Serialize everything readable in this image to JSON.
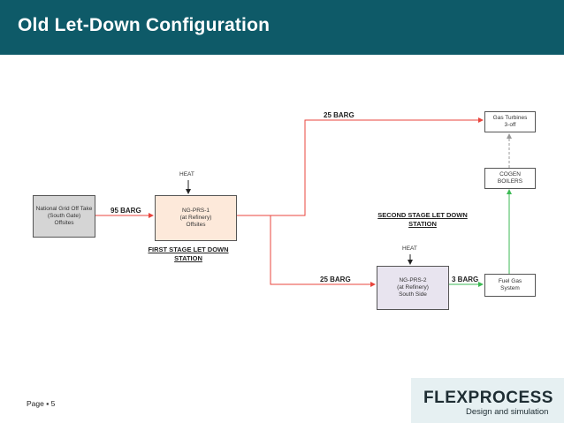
{
  "header": {
    "title": "Old Let-Down Configuration"
  },
  "footer": {
    "page_label": "Page ▪ 5"
  },
  "logo": {
    "name": "FLEXPROCESS",
    "tagline": "Design and simulation"
  },
  "colors": {
    "header_bg": "#0e5a68",
    "red_line": "#e8443c",
    "green_line": "#3cba54",
    "dashed_line": "#999999"
  },
  "nodes": {
    "national_grid": [
      "National Grid Off Take",
      "(South Gate)",
      "Offsites"
    ],
    "ngprs1": [
      "NG-PRS-1",
      "(at Refinery)",
      "Offsites"
    ],
    "ngprs2": [
      "NG-PRS-2",
      "(at Refinery)",
      "South Side"
    ],
    "gas_turbines": [
      "Gas Turbines",
      "3-off"
    ],
    "cogen": [
      "COGEN",
      "BOILERS"
    ],
    "fuel_gas": [
      "Fuel Gas",
      "System"
    ]
  },
  "labels": {
    "barg_95": "95 BARG",
    "barg_25_top": "25 BARG",
    "barg_25_low": "25 BARG",
    "barg_3": "3 BARG",
    "heat_1": "HEAT",
    "heat_2": "HEAT",
    "first_stage": [
      "FIRST STAGE LET DOWN",
      "STATION"
    ],
    "second_stage": [
      "SECOND STAGE LET DOWN",
      "STATION"
    ]
  }
}
